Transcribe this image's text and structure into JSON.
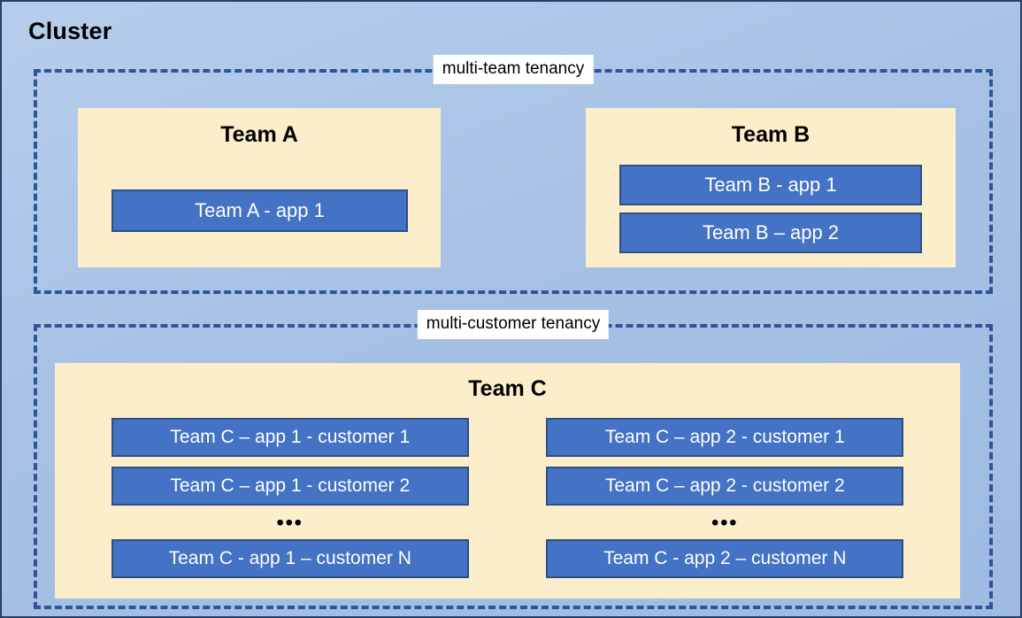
{
  "diagram": {
    "title": "Cluster",
    "tenancies": [
      {
        "id": "multi-team",
        "label": "multi-team tenancy",
        "teams": [
          {
            "name": "Team A",
            "apps": [
              "Team A - app 1"
            ]
          },
          {
            "name": "Team B",
            "apps": [
              "Team B - app 1",
              "Team B – app 2"
            ]
          }
        ]
      },
      {
        "id": "multi-customer",
        "label": "multi-customer tenancy",
        "teams": [
          {
            "name": "Team C",
            "columns": [
              {
                "items": [
                  "Team C – app 1 - customer 1",
                  "Team C – app 1 - customer 2"
                ],
                "ellipsis": "•••",
                "last": "Team C - app 1 – customer N"
              },
              {
                "items": [
                  "Team C – app 2 - customer 1",
                  "Team C – app 2 - customer 2"
                ],
                "ellipsis": "•••",
                "last": "Team C - app 2 – customer N"
              }
            ]
          }
        ]
      }
    ],
    "colors": {
      "canvas_background": "#a8c3e6",
      "group_border": "#2f5597",
      "team_box": "#fdeecb",
      "app_pill": "#4472c4",
      "app_pill_border": "#2f4f82",
      "app_pill_text": "#ffffff",
      "title_text": "#000000",
      "label_background": "#ffffff"
    }
  }
}
